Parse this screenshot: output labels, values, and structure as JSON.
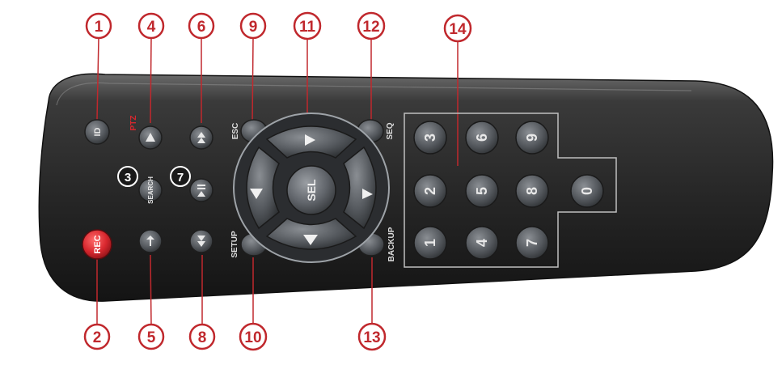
{
  "callouts": {
    "c1": "1",
    "c2": "2",
    "c3": "3",
    "c4": "4",
    "c5": "5",
    "c6": "6",
    "c7": "7",
    "c8": "8",
    "c9": "9",
    "c10": "10",
    "c11": "11",
    "c12": "12",
    "c13": "13",
    "c14": "14"
  },
  "buttons": {
    "id": "ID",
    "rec": "REC",
    "ptz": "PTZ",
    "search": "SEARCH",
    "esc": "ESC",
    "seq": "SEQ",
    "setup": "SETUP",
    "backup": "BACKUP",
    "sel": "SEL"
  },
  "keypad": {
    "k1": "1",
    "k2": "2",
    "k3": "3",
    "k4": "4",
    "k5": "5",
    "k6": "6",
    "k7": "7",
    "k8": "8",
    "k9": "9",
    "k0": "0"
  },
  "icons": {
    "play": "play-icon",
    "stop": "stop-icon",
    "fast_forward": "fast-forward-icon",
    "rewind": "rewind-icon",
    "play_pause": "play-pause-icon",
    "arrow_up": "arrow-up-icon",
    "arrow_down": "arrow-down-icon",
    "arrow_left": "arrow-left-icon",
    "arrow_right": "arrow-right-icon"
  },
  "colors": {
    "callout": "#c0282d",
    "rec_button": "#d8272e",
    "body": "#2a2a2a",
    "button": "#55595e"
  }
}
